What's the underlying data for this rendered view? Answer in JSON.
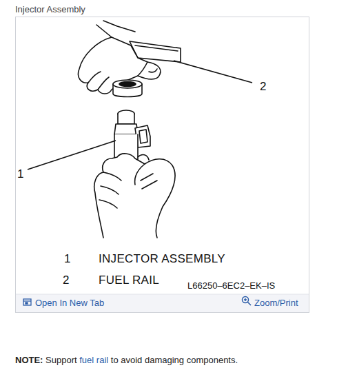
{
  "diagram": {
    "title": "Injector Assembly",
    "labels": [
      "1",
      "2",
      "1",
      "INJECTOR ASSEMBLY",
      "2",
      "FUEL RAIL",
      "L66250–6EC2–EK–IS",
      "Open In New Tab",
      "Zoom/Print",
      "NOTE:",
      "Support",
      "fuel rail",
      "to avoid damaging components."
    ]
  }
}
